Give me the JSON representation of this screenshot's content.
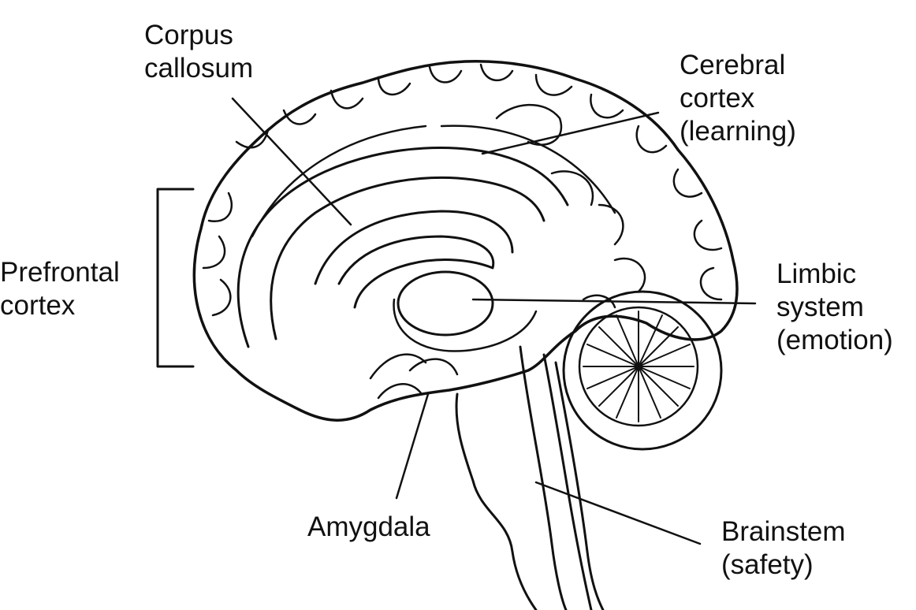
{
  "labels": {
    "corpus_callosum": [
      "Corpus",
      "callosum"
    ],
    "cerebral_cortex": [
      "Cerebral",
      "cortex",
      "(learning)"
    ],
    "prefrontal_cortex": [
      "Prefrontal",
      "cortex"
    ],
    "limbic_system": [
      "Limbic",
      "system",
      "(emotion)"
    ],
    "amygdala": [
      "Amygdala"
    ],
    "brainstem": [
      "Brainstem",
      "(safety)"
    ]
  },
  "colors": {
    "ink": "#111111",
    "background": "#ffffff"
  }
}
